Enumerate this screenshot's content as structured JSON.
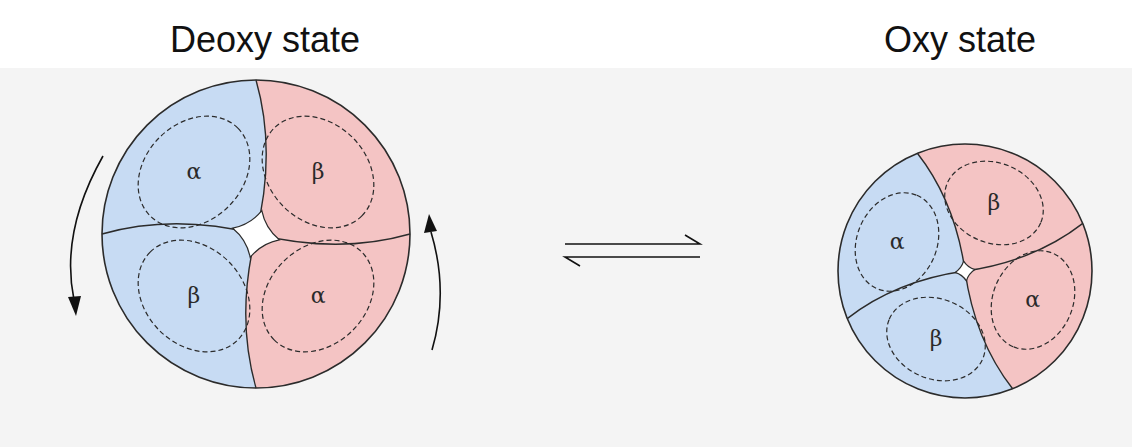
{
  "diagram": {
    "nodes": [
      {
        "text": [
          "Deoxy state"
        ]
      },
      {
        "text": [
          "α"
        ],
        "in": 0
      },
      {
        "text": [
          "β"
        ],
        "in": 0
      },
      {
        "text": [
          "β"
        ],
        "in": 0
      },
      {
        "text": [
          "α"
        ],
        "in": 0
      },
      {
        "text": [
          "Oxy state"
        ]
      },
      {
        "text": [
          "β"
        ],
        "in": 5
      },
      {
        "text": [
          "α"
        ],
        "in": 5
      },
      {
        "text": [
          "α"
        ],
        "in": 5
      },
      {
        "text": [
          "β"
        ],
        "in": 5
      }
    ]
  }
}
